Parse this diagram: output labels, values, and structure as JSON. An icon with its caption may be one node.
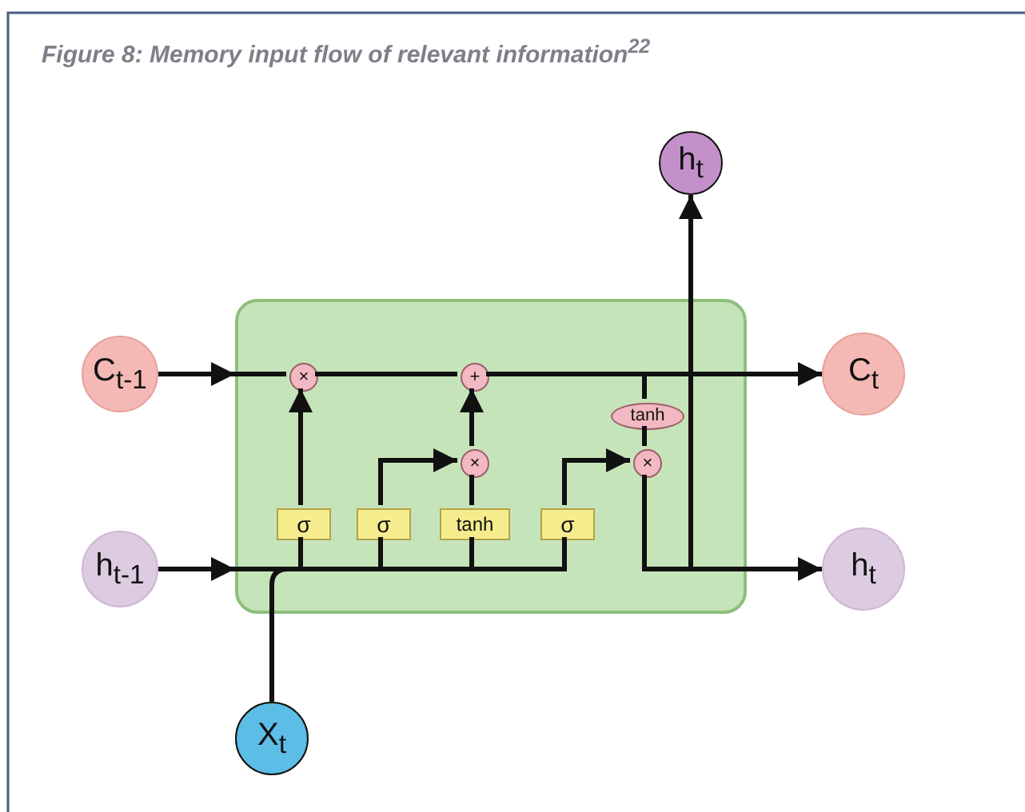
{
  "diagram": {
    "title": "Figure 8: Memory input flow of relevant information$^{22}$",
    "nodes": [
      {
        "text": [],
        "shape": "box"
      },
      {
        "text": [
          "C$_{t-1}$"
        ]
      },
      {
        "text": [
          "h$_{t-1}$"
        ]
      },
      {
        "text": [
          "X$_{t}$"
        ]
      },
      {
        "text": [
          "h$_{t}$"
        ]
      },
      {
        "text": [
          "C$_{t}$"
        ]
      },
      {
        "text": [
          "h$_{t}$"
        ]
      },
      {
        "text": [
          "×"
        ],
        "in": 0
      },
      {
        "text": [
          "+"
        ],
        "in": 0
      },
      {
        "text": [
          "×"
        ],
        "in": 0
      },
      {
        "text": [
          "×"
        ],
        "in": 0
      },
      {
        "text": [
          "σ"
        ],
        "in": 0
      },
      {
        "text": [
          "σ"
        ],
        "in": 0
      },
      {
        "text": [
          "tanh"
        ],
        "in": 0
      },
      {
        "text": [
          "σ"
        ],
        "in": 0
      },
      {
        "text": [
          "tanh"
        ],
        "in": 0
      }
    ],
    "edges": [
      {
        "from": 1,
        "to": 0,
        "arrow": "to"
      },
      {
        "from": 2,
        "to": 0,
        "arrow": "to"
      },
      {
        "from": 3,
        "to": 0,
        "arrow": "none"
      },
      {
        "from": 0,
        "to": 7,
        "arrow": "none"
      },
      {
        "from": 0,
        "to": 11,
        "arrow": "none"
      },
      {
        "from": 0,
        "to": 12,
        "arrow": "none"
      },
      {
        "from": 0,
        "to": 13,
        "arrow": "none"
      },
      {
        "from": 0,
        "to": 14,
        "arrow": "none"
      },
      {
        "from": 11,
        "to": 7,
        "arrow": "to"
      },
      {
        "from": 12,
        "to": 9,
        "arrow": "to"
      },
      {
        "from": 13,
        "to": 9,
        "arrow": "none"
      },
      {
        "from": 9,
        "to": 8,
        "arrow": "to"
      },
      {
        "from": 7,
        "to": 8,
        "arrow": "none"
      },
      {
        "from": 8,
        "to": 5,
        "arrow": "to"
      },
      {
        "from": 8,
        "to": 15,
        "arrow": "none"
      },
      {
        "from": 15,
        "to": 10,
        "arrow": "none"
      },
      {
        "from": 14,
        "to": 10,
        "arrow": "to"
      },
      {
        "from": 10,
        "to": 6,
        "arrow": "to"
      },
      {
        "from": 10,
        "to": 4,
        "arrow": "to"
      }
    ]
  }
}
